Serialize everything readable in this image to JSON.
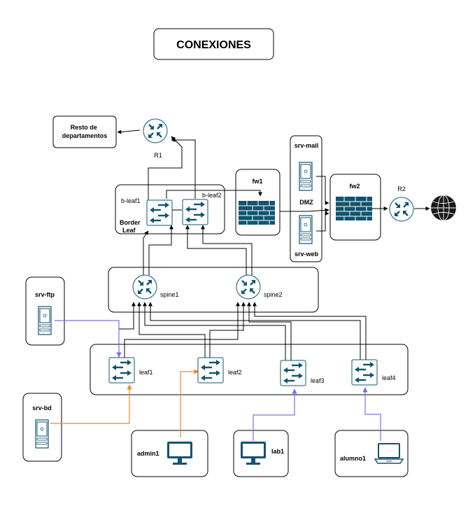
{
  "title": "CONEXIONES",
  "colors": {
    "device": "#10546f",
    "wire": "#000000",
    "wire_blue": "#7b6fe6",
    "wire_orange": "#f08a24"
  },
  "groups": {
    "border_leaf": "Border\nLeaf",
    "dmz": "DMZ"
  },
  "nodes": {
    "resto": "Resto de\ndepartamentos",
    "r1": "R1",
    "b_leaf1": "b-leaf1",
    "b_leaf2": "b-leaf2",
    "fw1": "fw1",
    "srv_mail": "srv-mail",
    "srv_web": "srv-web",
    "fw2": "fw2",
    "r2": "R2",
    "spine1": "spine1",
    "spine2": "spine2",
    "srv_ftp": "srv-ftp",
    "srv_bd": "srv-bd",
    "leaf1": "leaf1",
    "leaf2": "leaf2",
    "leaf3": "leaf3",
    "leaf4": "leaf4",
    "admin1": "admin1",
    "lab1": "lab1",
    "alumno1": "alumno1"
  },
  "icons": {
    "router": "router-icon",
    "switch": "switch-icon",
    "firewall": "firewall-icon",
    "server": "server-icon",
    "monitor": "monitor-icon",
    "laptop": "laptop-icon",
    "internet": "globe-icon"
  }
}
